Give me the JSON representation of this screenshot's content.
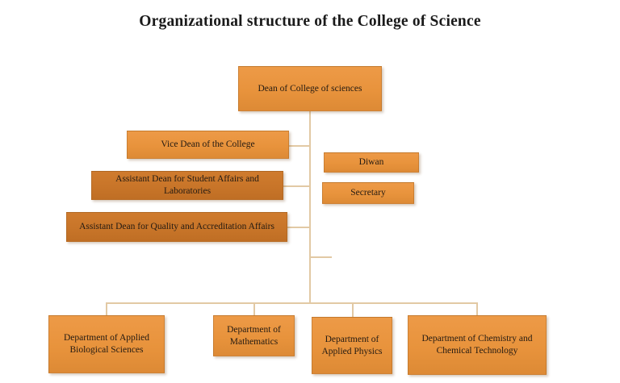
{
  "title": "Organizational structure of the College of Science",
  "colors": {
    "box_fill_light": "#e8933c",
    "box_fill_dark": "#c87529",
    "connector": "#e2c9a4",
    "text": "#231a12",
    "background": "#ffffff"
  },
  "nodes": {
    "dean": "Dean of College of sciences",
    "vice_dean": "Vice Dean of the College",
    "assistant_dean_student": "Assistant Dean for Student Affairs and Laboratories",
    "assistant_dean_quality": "Assistant Dean for Quality and Accreditation Affairs",
    "diwan": "Diwan",
    "secretary": "Secretary",
    "dept_biological": "Department of Applied Biological Sciences",
    "dept_mathematics": "Department of Mathematics",
    "dept_physics": "Department of Applied Physics",
    "dept_chemistry": "Department of Chemistry and Chemical Technology"
  }
}
